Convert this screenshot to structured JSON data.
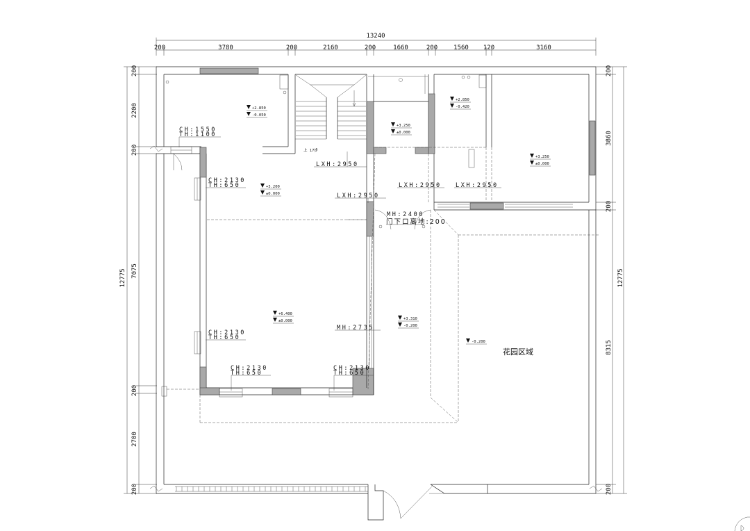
{
  "dimensions": {
    "top_total": "13240",
    "top": [
      "200",
      "3780",
      "200",
      "2160",
      "200",
      "1660",
      "200",
      "1560",
      "120",
      "3160"
    ],
    "left": [
      "200",
      "2200",
      "200",
      "7075",
      "200",
      "2700",
      "200"
    ],
    "left_total": "12775",
    "right": [
      "200",
      "3860",
      "200",
      "8315",
      "200"
    ],
    "right_total": "12775"
  },
  "tags": {
    "ch1550": "CH:1550",
    "th1100": "TH:1100",
    "ch2130_a": "CH:2130",
    "th650_a": "TH:650",
    "ch2130_b": "CH:2130",
    "th650_b": "TH:650",
    "ch2130_c": "CH:2130",
    "th650_c": "TH:650",
    "ch2130_d": "CH:2130",
    "th650_d": "TH:650",
    "lxh_1": "LXH:2950",
    "lxh_2": "LXH:2950",
    "lxh_3": "LXH:2950",
    "lxh_4": "LXH:2950",
    "mh2400": "MH:2400",
    "door_note": "门下口离地:200",
    "mh2735": "MH:2735",
    "stair_up": "上 17步"
  },
  "levels": {
    "r1_top": "+2.850",
    "r1_bot": "-0.050",
    "r2_top": "+3.250",
    "r2_bot": "±0.000",
    "r3_top": "+2.850",
    "r3_bot": "-0.420",
    "r4_top": "+3.250",
    "r4_bot": "±0.000",
    "r5_top": "+3.200",
    "r5_bot": "±0.000",
    "r6_top": "+6.400",
    "r6_bot": "±0.000",
    "r7_top": "+3.310",
    "r7_bot": "-0.200",
    "garden": "-0.200"
  },
  "labels": {
    "garden": "花园区域"
  }
}
